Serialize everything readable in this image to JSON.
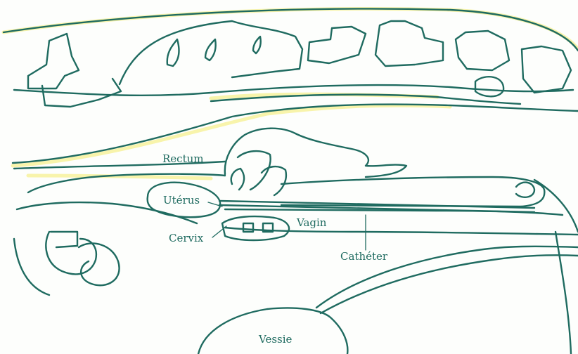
{
  "diagram": {
    "labels": {
      "rectum": "Rectum",
      "uterus": "Utérus",
      "cervix": "Cervix",
      "vagin": "Vagin",
      "catheter": "Cathéter",
      "vessie": "Vessie"
    },
    "colors": {
      "line": "#1f6b60",
      "line_light": "#7fd0c6",
      "halo": "#f2e84a",
      "background": "#fdfefc"
    }
  }
}
